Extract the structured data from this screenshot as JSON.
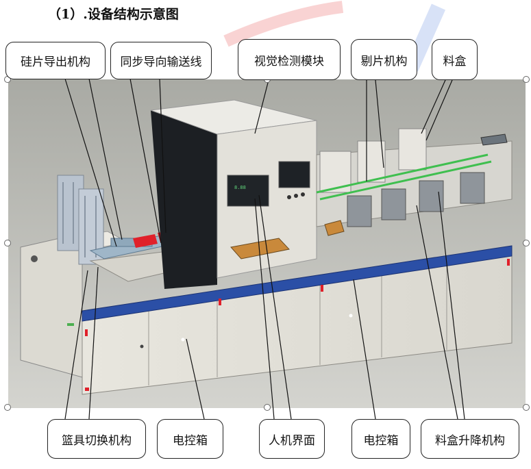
{
  "heading": "（1）.设备结构示意图",
  "callouts": {
    "wafer_output": "硅片导出机构",
    "sync_conveyor": "同步导向输送线",
    "vision_module": "视觉检测模块",
    "reject": "剔片机构",
    "magazine": "料盒",
    "basket_switch": "篮具切换机构",
    "control_box_left": "电控箱",
    "hmi": "人机界面",
    "control_box_right": "电控箱",
    "magazine_lift": "料盒升降机构"
  },
  "colors": {
    "frame_blue": "#2b4fa6",
    "cabinet": "#e6e4dc",
    "wafer_red": "#e0202a",
    "rail_green": "#3fbf4f",
    "deco_red": "#e84a4a",
    "deco_blue": "#3a6fd8"
  }
}
